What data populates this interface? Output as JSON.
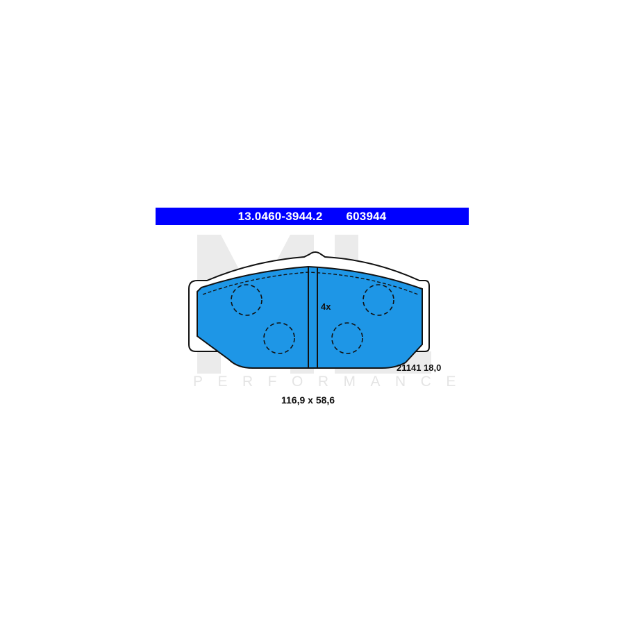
{
  "header": {
    "part_number": "13.0460-3944.2",
    "ref_number": "603944"
  },
  "watermark": {
    "logo_letters": "ML",
    "tagline": "PERFORMANCE"
  },
  "pad": {
    "count": "4x",
    "code": "21141 18,0",
    "dimensions": "116,9 x 58,6"
  },
  "colors": {
    "header_bg": "#0000ff",
    "header_text": "#ffffff",
    "pad_fill": "#1e96e6",
    "outline": "#111111",
    "watermark": "#e4e4e4"
  }
}
